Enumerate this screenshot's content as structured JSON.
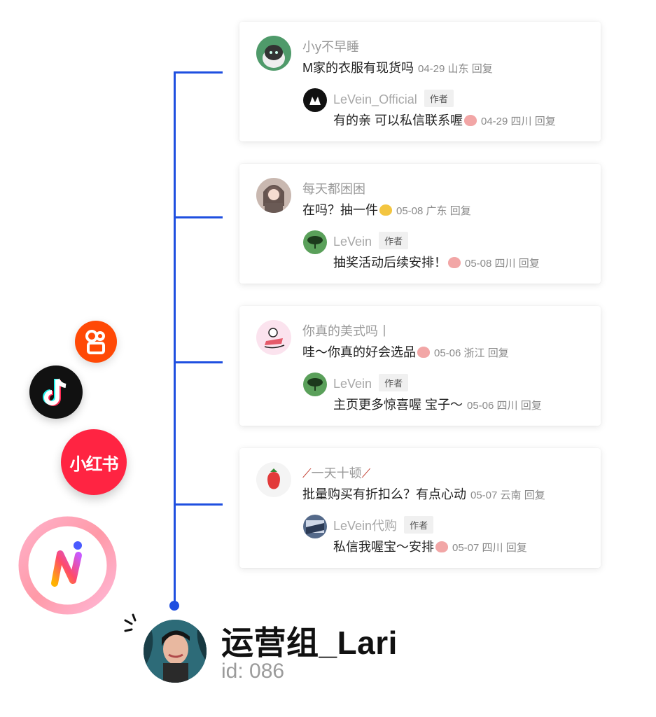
{
  "comments": [
    {
      "user": "小y不早睡",
      "text": "M家的衣服有现货吗",
      "meta": "04-29 山东 回复",
      "reply": {
        "user": "LeVein_Official",
        "tag": "作者",
        "text": "有的亲 可以私信联系喔",
        "meta": "04-29 四川 回复"
      }
    },
    {
      "user": "每天都困困",
      "text": "在吗？抽一件",
      "meta": "05-08 广东 回复",
      "reply": {
        "user": "LeVein",
        "tag": "作者",
        "text": "抽奖活动后续安排！",
        "meta": "05-08 四川 回复"
      }
    },
    {
      "user": "你真的美式吗丨",
      "text": "哇～你真的好会选品",
      "meta": "05-06 浙江 回复",
      "reply": {
        "user": "LeVein",
        "tag": "作者",
        "text": "主页更多惊喜喔 宝子～",
        "meta": "05-06 四川 回复"
      }
    },
    {
      "user": "一天十顿",
      "text": "批量购买有折扣么？有点心动",
      "meta": "05-07 云南 回复",
      "reply": {
        "user": "LeVein代购",
        "tag": "作者",
        "text": "私信我喔宝～安排",
        "meta": "05-07 四川 回复"
      }
    }
  ],
  "platforms": {
    "xiaohongshu": "小红书"
  },
  "profile": {
    "name": "运营组_Lari",
    "id": "id: 086"
  },
  "colors": {
    "connector": "#1f4fe0",
    "kuaishou": "#ff4906",
    "tiktok": "#111111",
    "xiaohongshu": "#ff2442"
  }
}
